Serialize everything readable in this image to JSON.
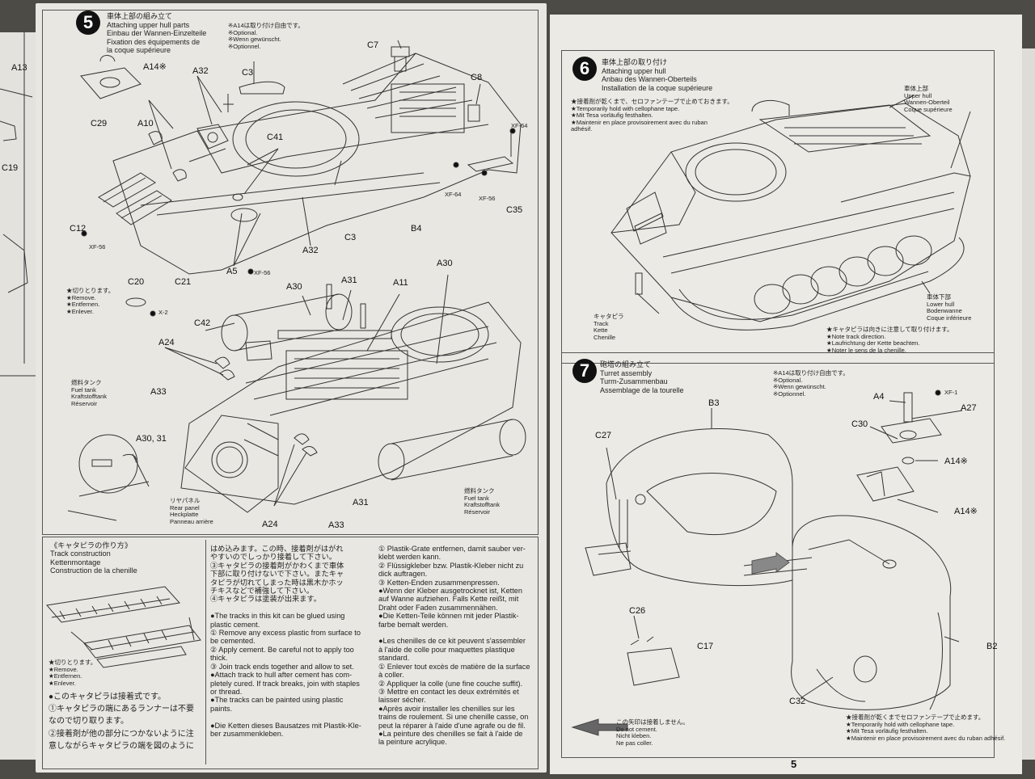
{
  "page_number": "5",
  "left_fragment": {
    "labels": [
      "A13",
      "C19"
    ]
  },
  "step5": {
    "num": "5",
    "title_lines": [
      "車体上部の組み立て",
      "Attaching upper hull parts",
      "Einbau der Wannen-Einzelteile",
      "Fixation des équipements de",
      "la coque supérieure"
    ],
    "optional_lines": [
      "※A14は取り付け自由です。",
      "※Optional.",
      "※Wenn gewünscht.",
      "※Optionnel."
    ],
    "labels": {
      "a14": "A14※",
      "a32a": "A32",
      "c3a": "C3",
      "c7": "C7",
      "c8": "C8",
      "xf64a": "XF-64",
      "c29": "C29",
      "a10": "A10",
      "c41": "C41",
      "c12": "C12",
      "xf56a": "XF-56",
      "xf64b": "XF-64",
      "xf56b": "XF-56",
      "c35": "C35",
      "b4": "B4",
      "c3b": "C3",
      "a32b": "A32",
      "c20": "C20",
      "c21": "C21",
      "a5": "A5",
      "xf56c": "XF-56",
      "x2": "X-2",
      "a30a": "A30",
      "a31a": "A31",
      "a11": "A11",
      "a30b": "A30",
      "c42": "C42",
      "a24a": "A24",
      "a33a": "A33",
      "a3031": "A30, 31",
      "a24b": "A24",
      "a31b": "A31",
      "a33b": "A33"
    },
    "remove_lines": [
      "★切りとります。",
      "★Remove.",
      "★Entfernen.",
      "★Enlever."
    ],
    "fuel_tank_left": [
      "燃料タンク",
      "Fuel tank",
      "Kraftstofftank",
      "Réservoir"
    ],
    "rear_panel": [
      "リヤパネル",
      "Rear panel",
      "Heckplatte",
      "Panneau arrière"
    ],
    "fuel_tank_right": [
      "燃料タンク",
      "Fuel tank",
      "Kraftstofftank",
      "Réservoir"
    ]
  },
  "track": {
    "title_lines": [
      "《キャタピラの作り方》",
      "Track construction",
      "Kettenmontage",
      "Construction de la chenille"
    ],
    "remove_lines": [
      "★切りとります。",
      "★Remove.",
      "★Entfernen.",
      "★Enlever."
    ],
    "jp_lines": [
      "●このキャタピラは接着式です。",
      "①キャタピラの端にあるランナーは不要",
      "なので切り取ります。",
      "②接着剤が他の部分につかないように注",
      "意しながらキャタピラの端を図のように"
    ],
    "col2_lines": [
      "はめ込みます。この時、接着剤がはがれ",
      "やすいのでしっかり接着して下さい。",
      "③キャタピラの接着剤がかわくまで車体",
      "下部に取り付けないで下さい。またキャ",
      "タピラが切れてしまった時は黒木かホッ",
      "チキスなどで補強して下さい。",
      "④キャタピラは塗装が出来ます。",
      "",
      "●The tracks in this kit can be glued using",
      "plastic cement.",
      "① Remove any excess plastic from surface to",
      "be cemented.",
      "② Apply cement. Be careful not to apply too",
      "thick.",
      "③ Join track ends together and allow to set.",
      "●Attach track to hull after cement has com-",
      "pletely cured. If track breaks, join with staples",
      "or thread.",
      "●The tracks can be painted using plastic",
      "paints.",
      "",
      "●Die Ketten dieses Bausatzes mit Plastik-Kle-",
      "ber zusammenkleben."
    ],
    "col3_lines": [
      "① Plastik-Grate entfernen, damit sauber ver-",
      "klebt werden kann.",
      "② Flüssigkleber bzw. Plastik-Kleber nicht zu",
      "dick auftragen.",
      "③ Ketten-Enden zusammenpressen.",
      "●Wenn der Kleber ausgetrocknet ist, Ketten",
      "auf Wanne aufziehen. Falls Kette reißt, mit",
      "Draht oder Faden zusammennähen.",
      "●Die Ketten-Teile können mit jeder Plastik-",
      "farbe bemalt werden.",
      "",
      "●Les chenilles de ce kit peuvent s'assembler",
      "à l'aide de colle pour maquettes plastique",
      "standard.",
      "① Enlever tout excès de matière de la surface",
      "à coller.",
      "② Appliquer la colle (une fine couche suffit).",
      "③ Mettre en contact les deux extrémités et",
      "laisser sécher.",
      "●Après avoir installer les chenilles sur les",
      "trains de roulement. Si une chenille casse, on",
      "peut la réparer à l'aide d'une agrafe ou de fil.",
      "●La peinture des chenilles se fait à l'aide de",
      "la peinture acrylique."
    ]
  },
  "step6": {
    "num": "6",
    "title_lines": [
      "車体上部の取り付け",
      "Attaching upper hull",
      "Anbau des Wannen-Oberteils",
      "Installation de la coque supérieure"
    ],
    "note_lines": [
      "★接着剤が乾くまで、セロファンテープで止めておきます。",
      "★Temporarily hold with cellophane tape.",
      "★Mit Tesa vorläufig festhalten.",
      "★Maintenir en place provisoirement avec du ruban",
      "adhésif."
    ],
    "upper_hull": [
      "車体上部",
      "Upper hull",
      "Wannen-Oberteil",
      "Coque supérieure"
    ],
    "lower_hull": [
      "車体下部",
      "Lower hull",
      "Bodenwanne",
      "Coque inférieure"
    ],
    "track_lines": [
      "キャタピラ",
      "Track",
      "Kette",
      "Chenille"
    ],
    "direction_lines": [
      "★キャタピラは向きに注意して取り付けます。",
      "★Note track direction.",
      "★Laufrichtung der Kette beachten.",
      "★Noter le sens de la chenille."
    ]
  },
  "step7": {
    "num": "7",
    "title_lines": [
      "砲塔の組み立て",
      "Turret assembly",
      "Turm-Zusammenbau",
      "Assemblage de la tourelle"
    ],
    "optional_lines": [
      "※A14は取り付け自由です。",
      "※Optional.",
      "※Wenn gewünscht.",
      "※Optionnel."
    ],
    "labels": {
      "b3": "B3",
      "c27": "C27",
      "a4": "A4",
      "xf1": "XF-1",
      "a27": "A27",
      "c30": "C30",
      "a14a": "A14※",
      "a14b": "A14※",
      "c26": "C26",
      "c17": "C17",
      "b2": "B2",
      "c32": "C32"
    },
    "tape_lines": [
      "★接着剤が乾くまでセロファンテープで止めます。",
      "★Temporarily hold with cellophane tape.",
      "★Mit Tesa vorläufig festhalten.",
      "★Maintenir en place provisoirement avec du ruban adhésif."
    ],
    "nocement_lines": [
      "この矢印は接着しません。",
      "Do not cement.",
      "Nicht kleben.",
      "Ne pas coller."
    ]
  }
}
